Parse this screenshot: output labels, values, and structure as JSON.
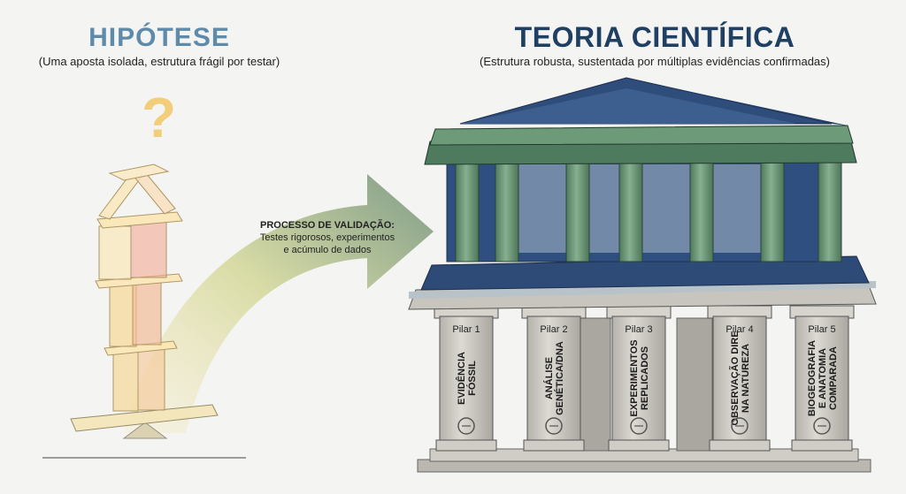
{
  "hypothesis": {
    "title": "HIPÓTESE",
    "subtitle": "(Uma aposta isolada, estrutura frágil por testar)",
    "symbol": "?"
  },
  "theory": {
    "title": "TEORIA CIENTÍFICA",
    "subtitle": "(Estrutura robusta, sustentada por múltiplas evidências confirmadas)"
  },
  "process": {
    "heading": "PROCESSO DE VALIDAÇÃO:",
    "line1": "Testes rigorosos, experimentos",
    "line2": "e acúmulo de dados"
  },
  "pillars": [
    {
      "label": "Pilar 1",
      "line1": "EVIDÊNCIA",
      "line2": "FÓSSIL",
      "icon": "fossil-icon"
    },
    {
      "label": "Pilar 2",
      "line1": "ANÁLISE",
      "line2": "GENÉTICA/DNA",
      "icon": "dna-icon"
    },
    {
      "label": "Pilar 3",
      "line1": "EXPERIMENTOS",
      "line2": "REPLICADOS",
      "icon": "flask-icon"
    },
    {
      "label": "Pilar 4",
      "line1": "OBSERVAÇÃO DIRE",
      "line2": "NA NATUREZA",
      "icon": "binoculars-icon"
    },
    {
      "label": "Pilar 5",
      "line1": "BIOGEOGRAFIA",
      "line2": "E ANATOMIA",
      "line3": "COMPARADA",
      "icon": "globe-icon"
    }
  ],
  "colors": {
    "hypothesis_title": "#5f8bab",
    "theory_title": "#1f3f63",
    "temple_roof": "#2f4d7a",
    "temple_columns": "#6d9a78",
    "stone": "#c9c7bf",
    "arrow_start": "#f6e7b4",
    "arrow_end": "#7f9c88"
  }
}
